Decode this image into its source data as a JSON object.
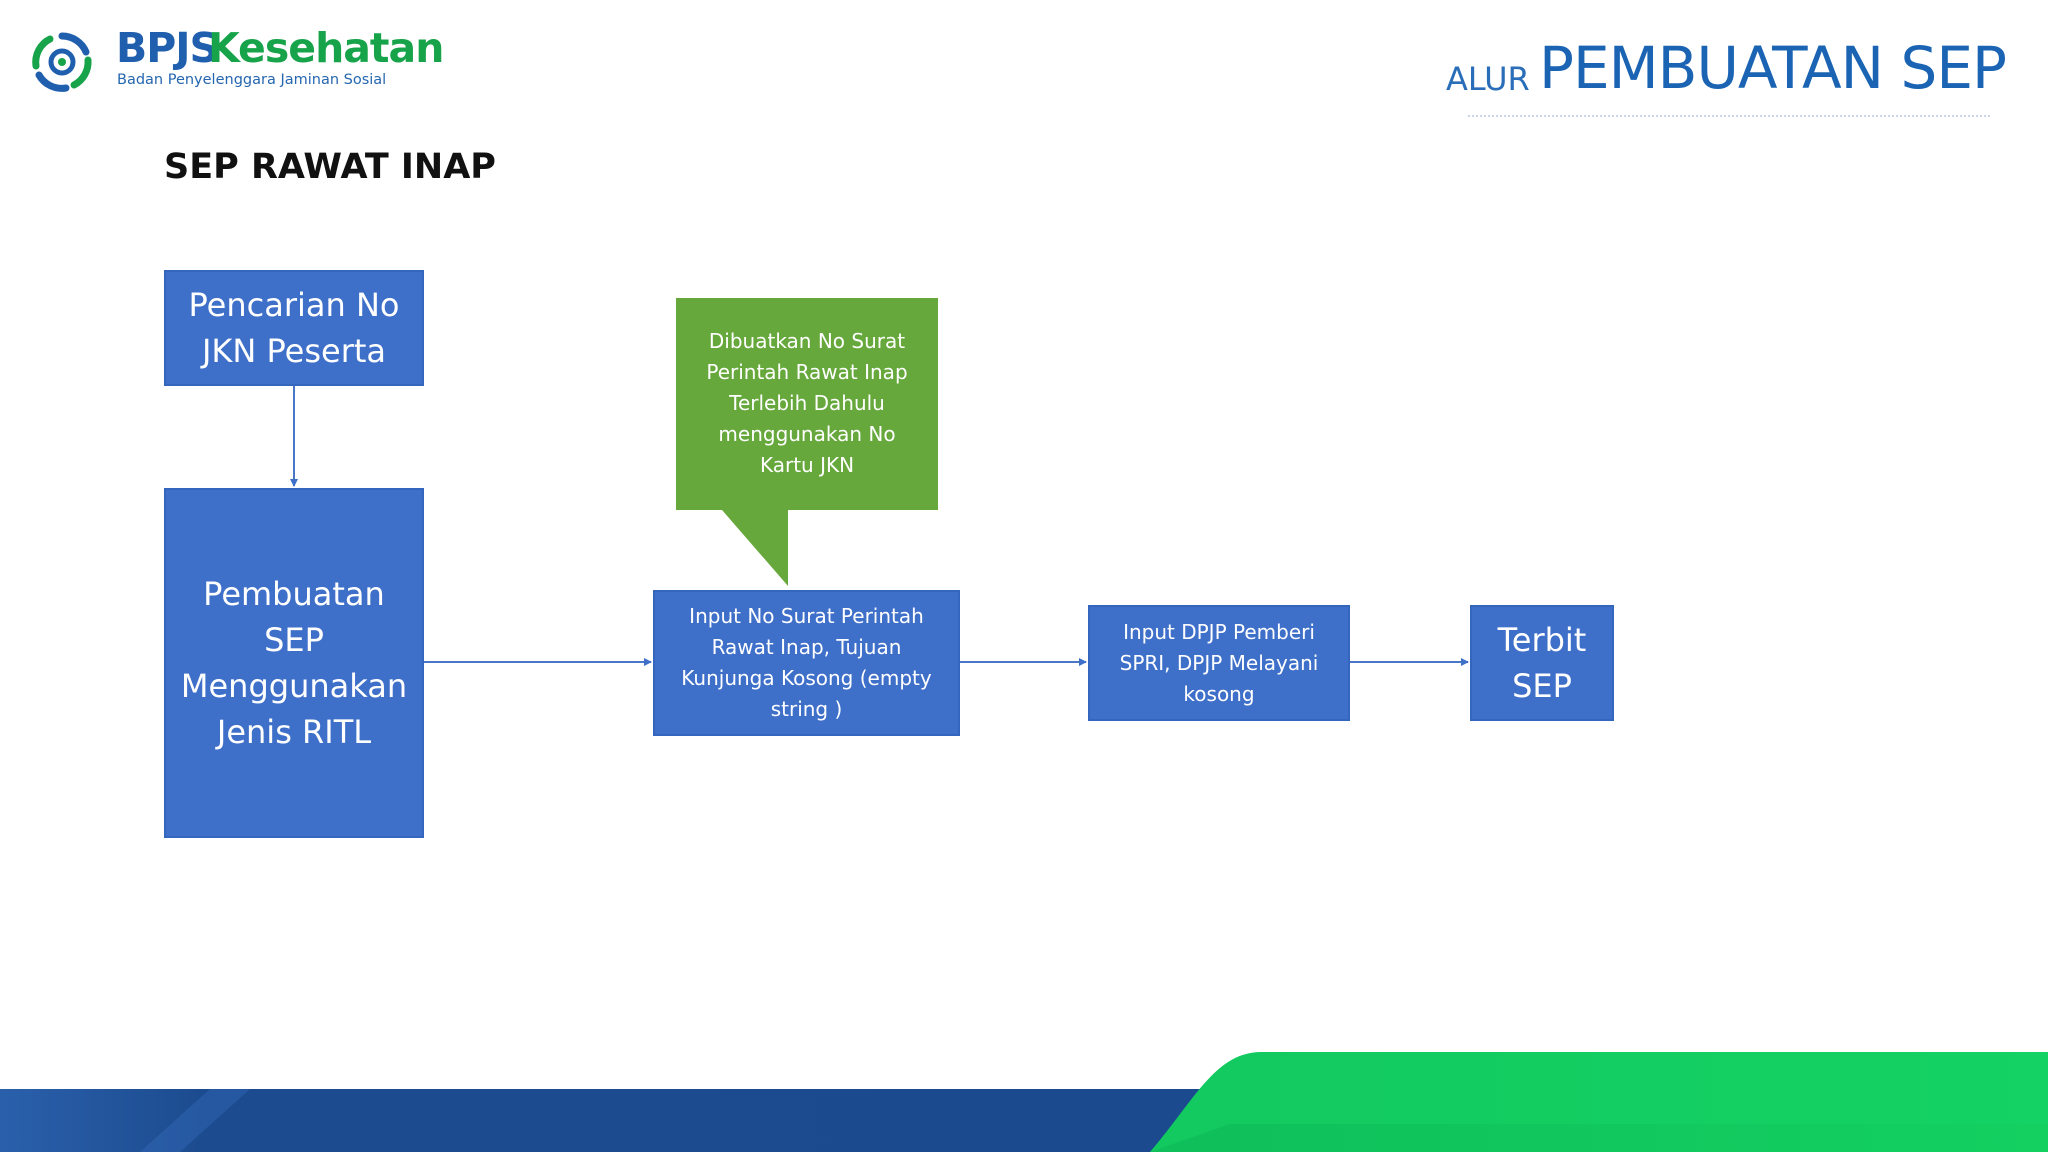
{
  "brand": {
    "name_part1": "BPJS",
    "name_part2": "Kesehatan",
    "tagline": "Badan Penyelenggara Jaminan Sosial"
  },
  "header": {
    "title_prefix": "ALUR",
    "title_main": "PEMBUATAN SEP"
  },
  "section_title": "SEP RAWAT INAP",
  "flow": {
    "step1": [
      "Pencarian No",
      "JKN Peserta"
    ],
    "step2": [
      "Pembuatan",
      "SEP",
      "Menggunakan",
      "Jenis RITL"
    ],
    "step3": [
      "Input No Surat Perintah",
      "Rawat Inap, Tujuan",
      "Kunjunga Kosong (empty",
      "string )"
    ],
    "step4": [
      "Input DPJP Pemberi",
      "SPRI, DPJP Melayani",
      "kosong"
    ],
    "step5": [
      "Terbit",
      "SEP"
    ],
    "callout": [
      "Dibuatkan No Surat",
      "Perintah Rawat Inap",
      "Terlebih Dahulu",
      "menggunakan No",
      "Kartu JKN"
    ]
  },
  "colors": {
    "box_blue": "#3e6fc9",
    "callout_green": "#66a83c",
    "band_navy": "#1e4f93",
    "band_green": "#12c95e",
    "title_blue": "#1b64b3"
  },
  "icons": {
    "logo": "bpjs-logo-icon"
  }
}
